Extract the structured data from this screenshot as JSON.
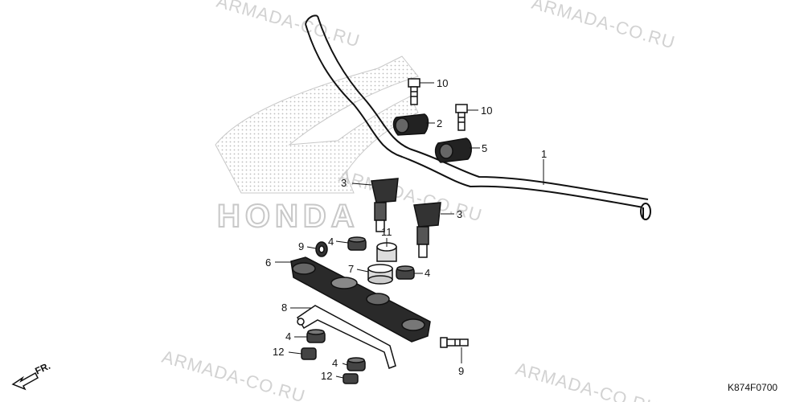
{
  "watermark": {
    "text": "ARMADA-CO.RU"
  },
  "logo": {
    "brand": "HONDA"
  },
  "front_arrow": {
    "label": "FR."
  },
  "diagram_code": "K874F0700",
  "callouts": {
    "part_1": "1",
    "part_2": "2",
    "part_3a": "3",
    "part_3b": "3",
    "part_4a": "4",
    "part_4b": "4",
    "part_4c": "4",
    "part_4d": "4",
    "part_5": "5",
    "part_6": "6",
    "part_7": "7",
    "part_8": "8",
    "part_9a": "9",
    "part_9b": "9",
    "part_10a": "10",
    "part_10b": "10",
    "part_11": "11",
    "part_12a": "12",
    "part_12b": "12"
  }
}
